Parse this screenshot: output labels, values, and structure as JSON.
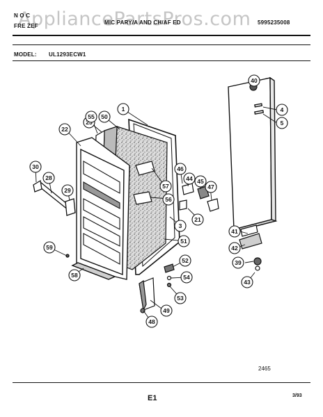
{
  "header": {
    "brand_top": "N O C",
    "brand_bottom": "FRE ZEF",
    "center_text": "MIC PARY/A AND CH/AF ED",
    "doc_number": "5995235008",
    "watermark": "AppliancePartsPros.com"
  },
  "model": {
    "label": "MODEL:",
    "value": "UL1293ECW1"
  },
  "callouts": [
    "1",
    "3",
    "4",
    "5",
    "21",
    "22",
    "23",
    "28",
    "29",
    "30",
    "39",
    "40",
    "41",
    "42",
    "43",
    "44",
    "45",
    "46",
    "47",
    "48",
    "49",
    "50",
    "51",
    "52",
    "53",
    "54",
    "55",
    "56",
    "57",
    "58",
    "59"
  ],
  "footer": {
    "drawing_code": "2465",
    "page": "E1",
    "date": "3/93"
  }
}
